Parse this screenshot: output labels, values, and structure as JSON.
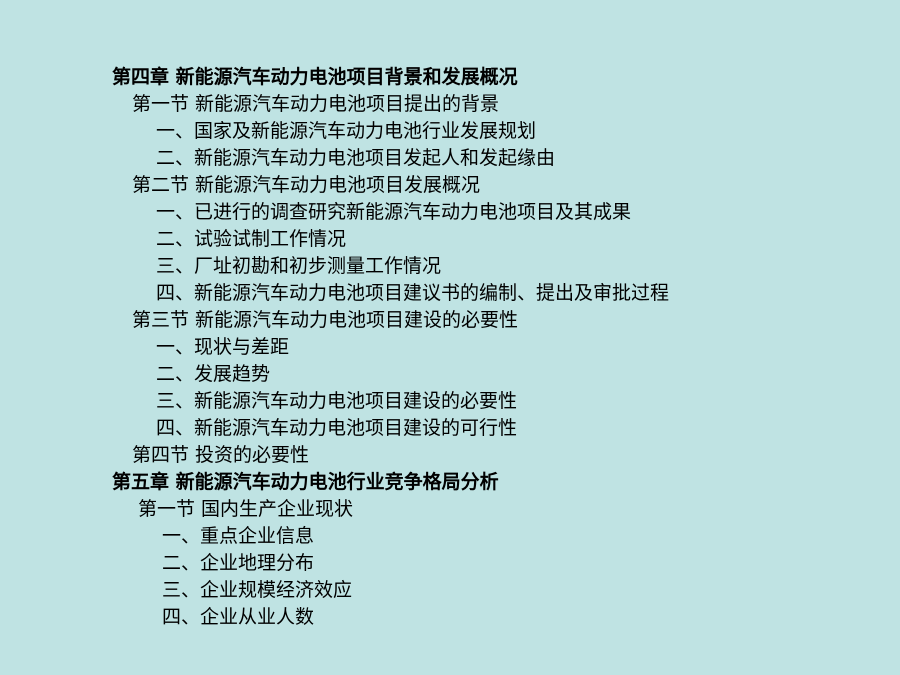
{
  "toc": {
    "ch4": {
      "title": "第四章  新能源汽车动力电池项目背景和发展概况",
      "s1": {
        "title": "第一节  新能源汽车动力电池项目提出的背景",
        "items": [
          "一、国家及新能源汽车动力电池行业发展规划",
          "二、新能源汽车动力电池项目发起人和发起缘由"
        ]
      },
      "s2": {
        "title": "第二节  新能源汽车动力电池项目发展概况",
        "items": [
          "一、已进行的调查研究新能源汽车动力电池项目及其成果",
          "二、试验试制工作情况",
          "三、厂址初勘和初步测量工作情况",
          "四、新能源汽车动力电池项目建议书的编制、提出及审批过程"
        ]
      },
      "s3": {
        "title": "第三节  新能源汽车动力电池项目建设的必要性",
        "items": [
          "一、现状与差距",
          "二、发展趋势",
          "三、新能源汽车动力电池项目建设的必要性",
          "四、新能源汽车动力电池项目建设的可行性"
        ]
      },
      "s4": {
        "title": "第四节  投资的必要性"
      }
    },
    "ch5": {
      "title": "第五章  新能源汽车动力电池行业竞争格局分析",
      "s1": {
        "title": "第一节  国内生产企业现状",
        "items": [
          "一、重点企业信息",
          "二、企业地理分布",
          "三、企业规模经济效应",
          "四、企业从业人数"
        ]
      }
    }
  }
}
